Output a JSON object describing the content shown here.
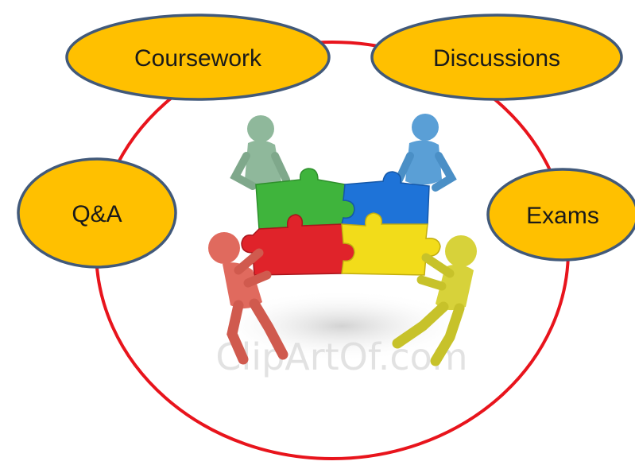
{
  "diagram": {
    "nodes": [
      {
        "id": "coursework",
        "label": "Coursework"
      },
      {
        "id": "discussions",
        "label": "Discussions"
      },
      {
        "id": "qa",
        "label": "Q&A"
      },
      {
        "id": "exams",
        "label": "Exams"
      }
    ],
    "illustration": {
      "description_icon": "team-puzzle-icon",
      "watermark_text": "ClipArtOf.com"
    }
  },
  "colors": {
    "ring": "#e8141c",
    "bubble_fill": "#ffc000",
    "bubble_stroke": "#41597a",
    "piece_green": "#3fb43c",
    "piece_blue": "#1e73d8",
    "piece_red": "#e0232a",
    "piece_yellow": "#f2dc1a",
    "figure_green": "#8fb89b",
    "figure_blue": "#5a9fd6",
    "figure_red": "#e06a5e",
    "figure_yellow": "#d7d23a"
  }
}
